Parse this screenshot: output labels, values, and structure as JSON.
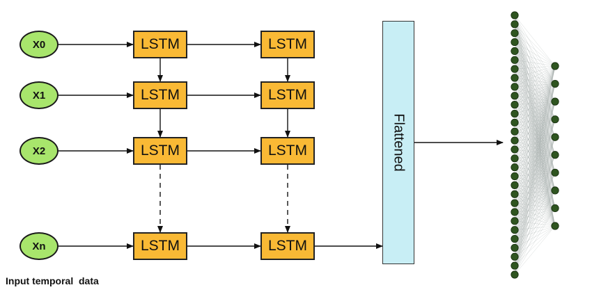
{
  "inputs": [
    "X0",
    "X1",
    "X2",
    "Xn"
  ],
  "lstm_label": "LSTM",
  "flatten_label": "Flattened",
  "caption": "Input temporal  data",
  "dense_layer_nodes": 30,
  "output_layer_nodes": 10,
  "colors": {
    "input_fill": "#a8e56c",
    "lstm_fill": "#f9b935",
    "flatten_fill": "#c8eef5",
    "node_fill": "#2f5520"
  }
}
